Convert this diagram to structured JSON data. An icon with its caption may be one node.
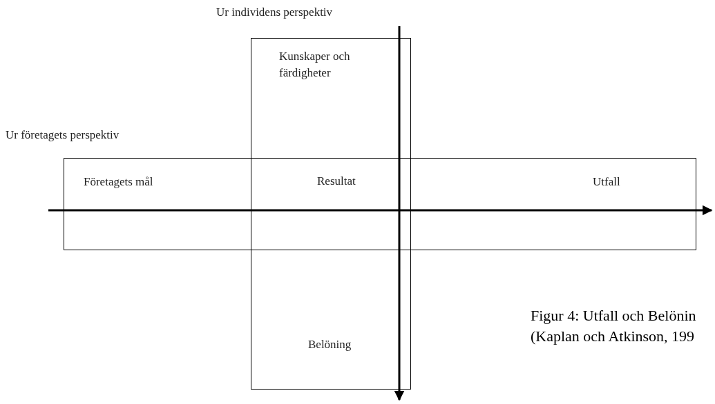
{
  "diagram": {
    "caption": "Figur 4: Utfall och Belönin (Kaplan och Atkinson, 199",
    "nodes": [
      {
        "text": [
          "Kunskaper och färdigheter",
          "Belöning"
        ]
      },
      {
        "text": [
          "Företagets mål",
          "Utfall"
        ]
      },
      {
        "text": [
          "Resultat"
        ]
      }
    ],
    "edges": [],
    "labels": [
      "Ur individens perspektiv",
      "Ur företagets perspektiv"
    ]
  }
}
